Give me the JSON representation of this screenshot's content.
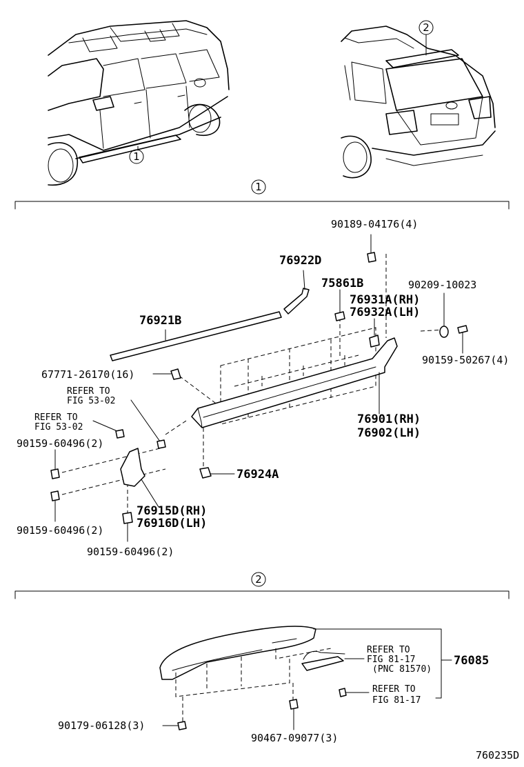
{
  "callouts": {
    "one": "1",
    "two": "2"
  },
  "section1": {
    "p90189": "90189-04176(4)",
    "p76922D": "76922D",
    "p75861B": "75861B",
    "p90209": "90209-10023",
    "p76931A": "76931A(RH)",
    "p76932A": "76932A(LH)",
    "p76921B": "76921B",
    "p90159_50267": "90159-50267(4)",
    "p67771": "67771-26170(16)",
    "refer1_a": "REFER TO",
    "refer1_b": "FIG 53-02",
    "refer2_a": "REFER TO",
    "refer2_b": "FIG 53-02",
    "p76901": "76901(RH)",
    "p76902": "76902(LH)",
    "p90159_60496_a": "90159-60496(2)",
    "p76924A": "76924A",
    "p76915D": "76915D(RH)",
    "p76916D": "76916D(LH)",
    "p90159_60496_b": "90159-60496(2)",
    "p90159_60496_c": "90159-60496(2)"
  },
  "section2": {
    "refer3_a": "REFER TO",
    "refer3_b": "FIG 81-17",
    "refer3_c": "(PNC 81570)",
    "p76085": "76085",
    "refer4_a": "REFER TO",
    "refer4_b": "FIG 81-17",
    "p90179": "90179-06128(3)",
    "p90467": "90467-09077(3)"
  },
  "figure_code": "760235D"
}
